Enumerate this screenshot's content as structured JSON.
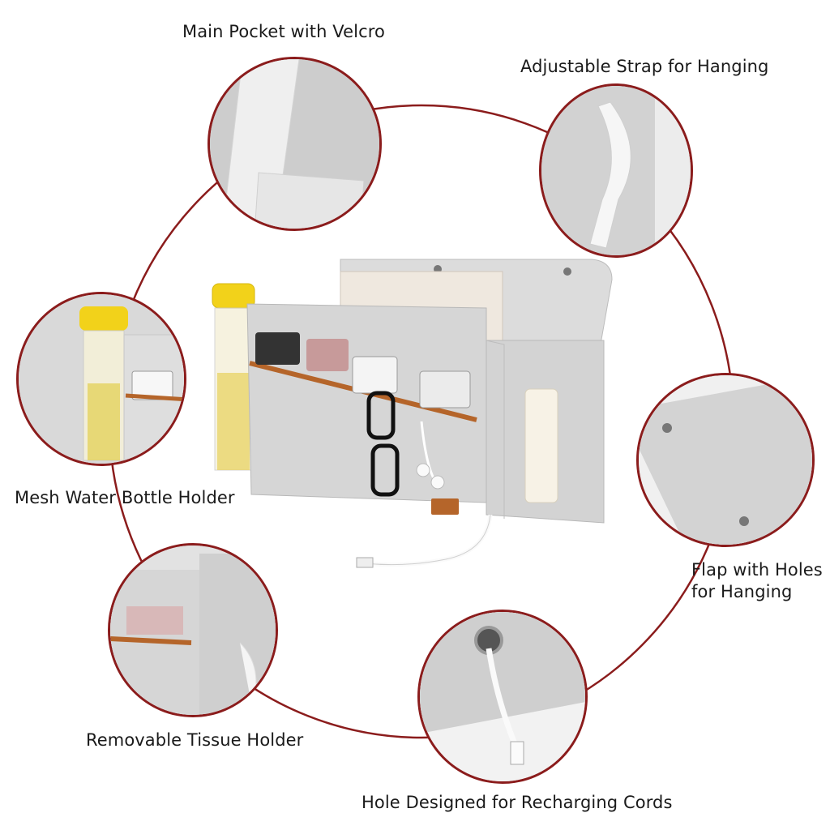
{
  "labels": {
    "main_pocket": "Main Pocket with Velcro",
    "strap": "Adjustable Strap for Hanging",
    "mesh_holder": "Mesh Water Bottle Holder",
    "flap_line1": "Flap with Holes",
    "flap_line2": "for Hanging",
    "tissue_holder": "Removable Tissue Holder",
    "cord_hole": "Hole Designed for Recharging Cords"
  },
  "colors": {
    "ring": "#8b1c1c",
    "felt": "#d9d9d9",
    "felt_dark": "#c6c6c6",
    "leather": "#b5652a",
    "bottle_cap": "#f2d21a"
  },
  "icons": [
    "velcro-detail",
    "strap-detail",
    "bottle-holder-detail",
    "flap-detail",
    "tissue-holder-detail",
    "cord-hole-detail",
    "organizer-product"
  ]
}
